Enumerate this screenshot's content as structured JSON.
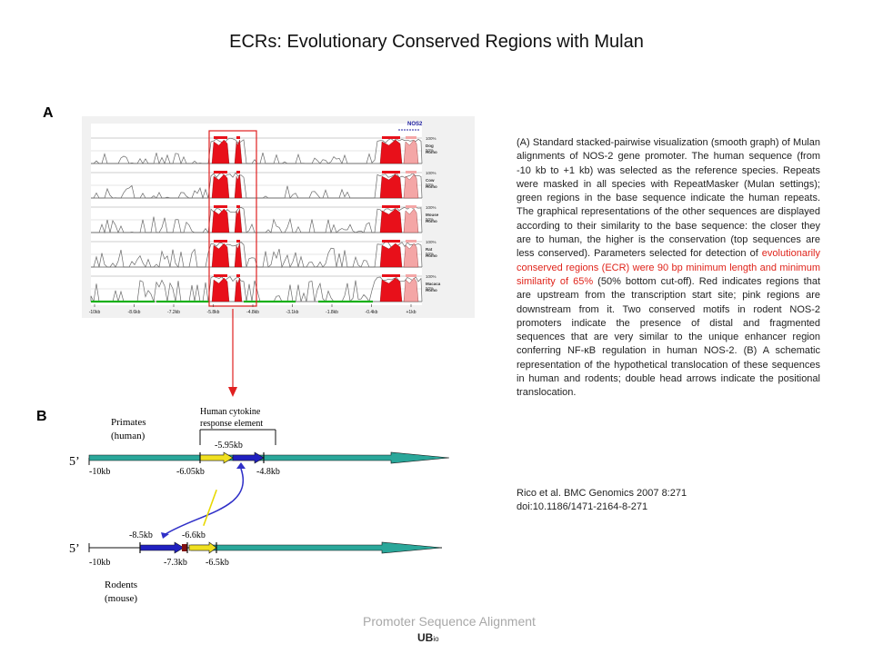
{
  "title": "ECRs: Evolutionary Conserved Regions with Mulan",
  "panel_a_label": "A",
  "panel_b_label": "B",
  "figure_a": {
    "gene_label": "NOS2",
    "axis_ticks": [
      "-10kb",
      "-8.6kb",
      "-7.2kb",
      "-5.8kb",
      "-4.8kb",
      "-3.1kb",
      "-1.8kb",
      "-0.4kb",
      "+1kb"
    ],
    "tracks": [
      {
        "species": "Dog",
        "ref": "Homo",
        "top": "100%",
        "mid": "50%"
      },
      {
        "species": "Cow",
        "ref": "Homo",
        "top": "100%",
        "mid": "50%"
      },
      {
        "species": "Mouse",
        "ref": "Homo",
        "top": "100%",
        "mid": "50%"
      },
      {
        "species": "Rat",
        "ref": "Homo",
        "top": "100%",
        "mid": "50%"
      },
      {
        "species": "Macaca",
        "ref": "Homo",
        "top": "100%",
        "mid": "50%"
      }
    ],
    "colors": {
      "conserved_upstream": "#e8101a",
      "conserved_downstream": "#f4a6a6",
      "repeat": "#18b018",
      "trace": "#6a6a6a",
      "highlight_box": "#e02020"
    }
  },
  "figure_b": {
    "primates_label": [
      "Primates",
      "(human)"
    ],
    "rodents_label": [
      "Rodents",
      "(mouse)"
    ],
    "element_label": [
      "Human cytokine",
      "response element"
    ],
    "five_prime": "5’",
    "human_labels": {
      "start": "-10kb",
      "left": "-6.05kb",
      "top": "-5.95kb",
      "right": "-4.8kb"
    },
    "mouse_labels": {
      "start": "-10kb",
      "a": "-8.5kb",
      "b": "-6.6kb",
      "c": "-7.3kb",
      "d": "-6.5kb"
    },
    "colors": {
      "sequence": "#2aa79a",
      "blue_motif": "#2020c0",
      "yellow_motif": "#f0e020",
      "dark_red": "#801010",
      "line": "#111111"
    }
  },
  "caption": {
    "part1": "(A) Standard stacked-pairwise visualization (smooth graph) of Mulan alignments of NOS-2 gene promoter. The human sequence (from -10 kb to +1 kb) was selected as the reference species. Repeats were masked in all species with RepeatMasker (Mulan settings); green regions in the base sequence indicate the human repeats. The graphical representations of the other sequences are displayed according to their similarity to the base sequence: the closer they are to human, the higher is the conservation (top sequences are less conserved). Parameters selected for detection of ",
    "red": "evolutionarily conserved regions (ECR) were 90 bp minimum length and minimum similarity of 65%",
    "part2": " (50% bottom cut-off). Red indicates regions that are upstream from the transcription start site; pink regions are downstream from it. Two conserved motifs in rodent NOS-2 promoters indicate the presence of distal and fragmented sequences that are very similar to the unique enhancer region conferring NF-κB regulation in human NOS-2. (B) A schematic representation of the hypothetical translocation of these sequences in human and rodents; double head arrows indicate the positional translocation."
  },
  "citation": {
    "line1": "Rico et al. BMC Genomics 2007 8:271",
    "line2": "doi:10.1186/1471-2164-8-271"
  },
  "footer": "Promoter Sequence Alignment",
  "logo": {
    "main": "UB",
    "sub": "io"
  }
}
